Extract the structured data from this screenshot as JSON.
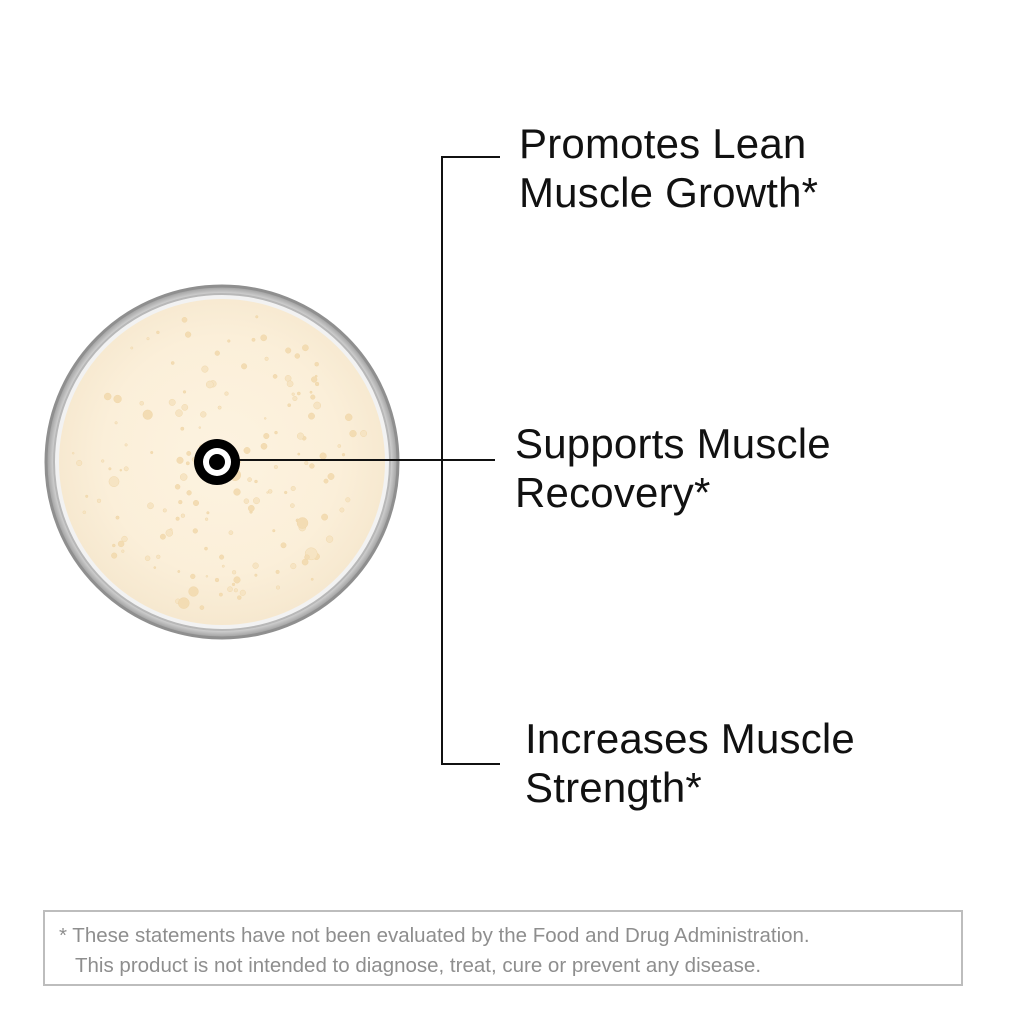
{
  "benefits": [
    {
      "line1": "Promotes Lean",
      "line2": "Muscle Growth*"
    },
    {
      "line1": "Supports Muscle",
      "line2": "Recovery*"
    },
    {
      "line1": "Increases Muscle",
      "line2": "Strength*"
    }
  ],
  "disclaimer": {
    "line1": "* These statements have not been evaluated by the Food and Drug Administration.",
    "line2": "This product is not intended to diagnose, treat, cure or prevent any disease."
  },
  "icons": {
    "drink": "protein-shake-glass-top-view",
    "marker": "target-marker"
  },
  "colors": {
    "text": "#111111",
    "line": "#111111",
    "disclaimer_text": "#8e8e8e",
    "disclaimer_border": "#bdbdbd",
    "shake": "#fbf1de",
    "glass_rim": "#8f8f8f"
  }
}
